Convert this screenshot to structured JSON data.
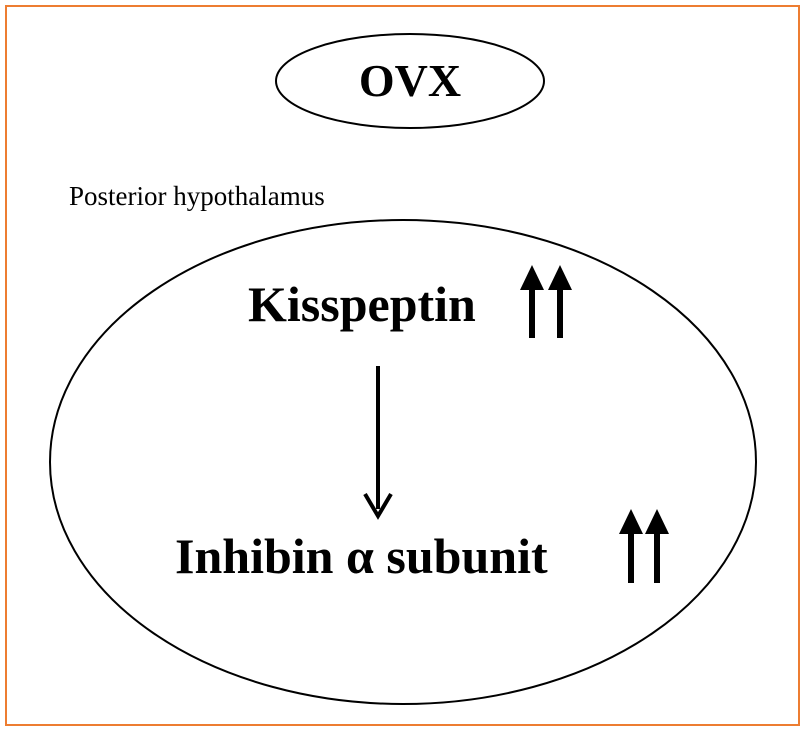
{
  "colors": {
    "frame_border": "#ED7D31",
    "ink": "#000000"
  },
  "top_node": {
    "label": "OVX"
  },
  "region": {
    "label": "Posterior hypothalamus"
  },
  "nodes": [
    {
      "label": "Kisspeptin",
      "change": "increased",
      "indicator_icon": "double-up-arrow-icon"
    },
    {
      "label": "Inhibin α subunit",
      "change": "increased",
      "indicator_icon": "double-up-arrow-icon"
    }
  ],
  "edges": [
    {
      "from": "Kisspeptin",
      "to": "Inhibin α subunit",
      "icon": "down-arrow-icon"
    }
  ]
}
